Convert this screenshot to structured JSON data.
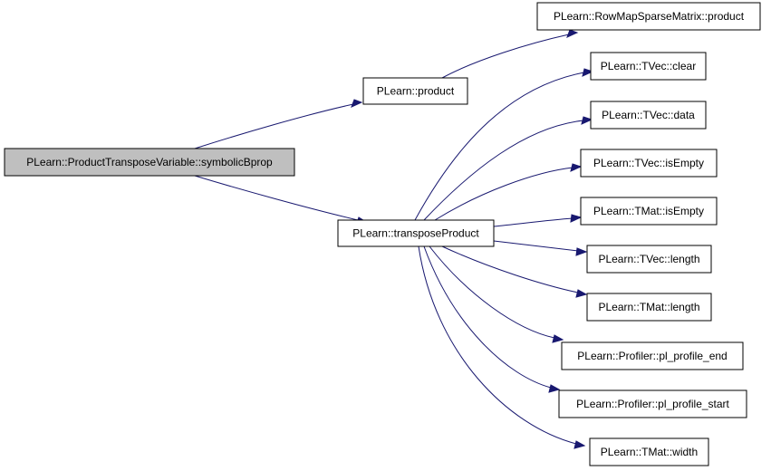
{
  "graph": {
    "colors": {
      "edge": "#191970",
      "root_fill": "#bfbfbf",
      "node_fill": "#ffffff",
      "border": "#000000"
    },
    "nodes": [
      {
        "id": "root",
        "label": "PLearn::ProductTransposeVariable::symbolicBprop"
      },
      {
        "id": "product",
        "label": "PLearn::product"
      },
      {
        "id": "transposeProduct",
        "label": "PLearn::transposeProduct"
      },
      {
        "id": "rowmap",
        "label": "PLearn::RowMapSparseMatrix::product"
      },
      {
        "id": "tvec_clear",
        "label": "PLearn::TVec::clear"
      },
      {
        "id": "tvec_data",
        "label": "PLearn::TVec::data"
      },
      {
        "id": "tvec_isempty",
        "label": "PLearn::TVec::isEmpty"
      },
      {
        "id": "tmat_isempty",
        "label": "PLearn::TMat::isEmpty"
      },
      {
        "id": "tvec_length",
        "label": "PLearn::TVec::length"
      },
      {
        "id": "tmat_length",
        "label": "PLearn::TMat::length"
      },
      {
        "id": "prof_end",
        "label": "PLearn::Profiler::pl_profile_end"
      },
      {
        "id": "prof_start",
        "label": "PLearn::Profiler::pl_profile_start"
      },
      {
        "id": "tmat_width",
        "label": "PLearn::TMat::width"
      }
    ],
    "edges": [
      {
        "from": "root",
        "to": "product"
      },
      {
        "from": "root",
        "to": "transposeProduct"
      },
      {
        "from": "product",
        "to": "rowmap"
      },
      {
        "from": "transposeProduct",
        "to": "tvec_clear"
      },
      {
        "from": "transposeProduct",
        "to": "tvec_data"
      },
      {
        "from": "transposeProduct",
        "to": "tvec_isempty"
      },
      {
        "from": "transposeProduct",
        "to": "tmat_isempty"
      },
      {
        "from": "transposeProduct",
        "to": "tvec_length"
      },
      {
        "from": "transposeProduct",
        "to": "tmat_length"
      },
      {
        "from": "transposeProduct",
        "to": "prof_end"
      },
      {
        "from": "transposeProduct",
        "to": "prof_start"
      },
      {
        "from": "transposeProduct",
        "to": "tmat_width"
      }
    ]
  }
}
